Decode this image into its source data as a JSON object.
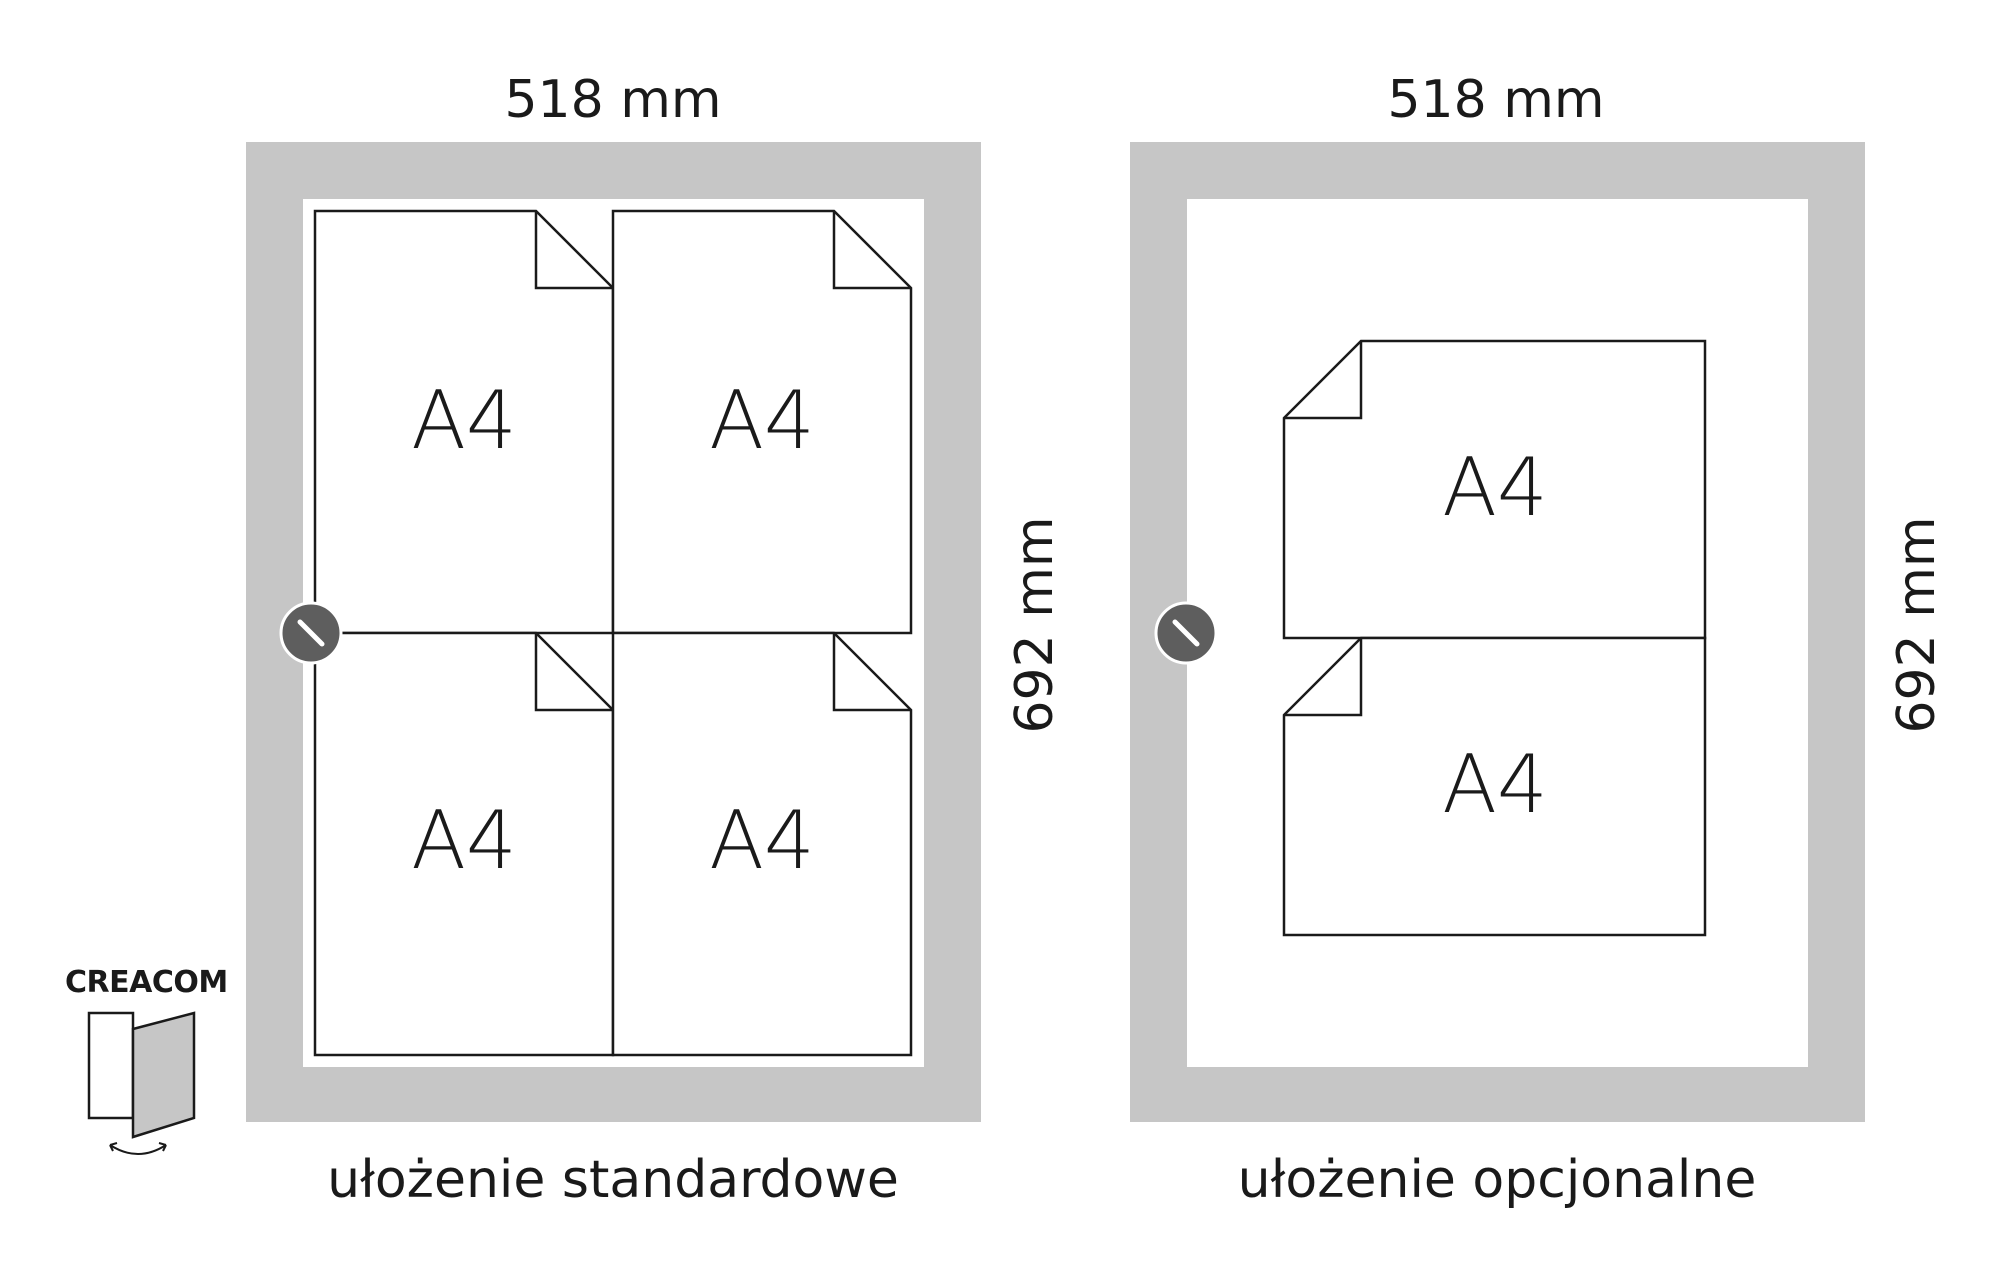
{
  "panels": [
    {
      "width_label": "518 mm",
      "height_label": "692 mm",
      "caption": "ułożenie standardowe",
      "sheets": [
        "A4",
        "A4",
        "A4",
        "A4"
      ]
    },
    {
      "width_label": "518 mm",
      "height_label": "692 mm",
      "caption": "ułożenie opcjonalne",
      "sheets": [
        "A4",
        "A4"
      ]
    }
  ],
  "brand": {
    "name": "CREACOM",
    "icon": "folding-frame-icon"
  },
  "colors": {
    "frame": "#c6c6c6",
    "lock": "#5e5e5e",
    "line": "#1a1a1a"
  }
}
